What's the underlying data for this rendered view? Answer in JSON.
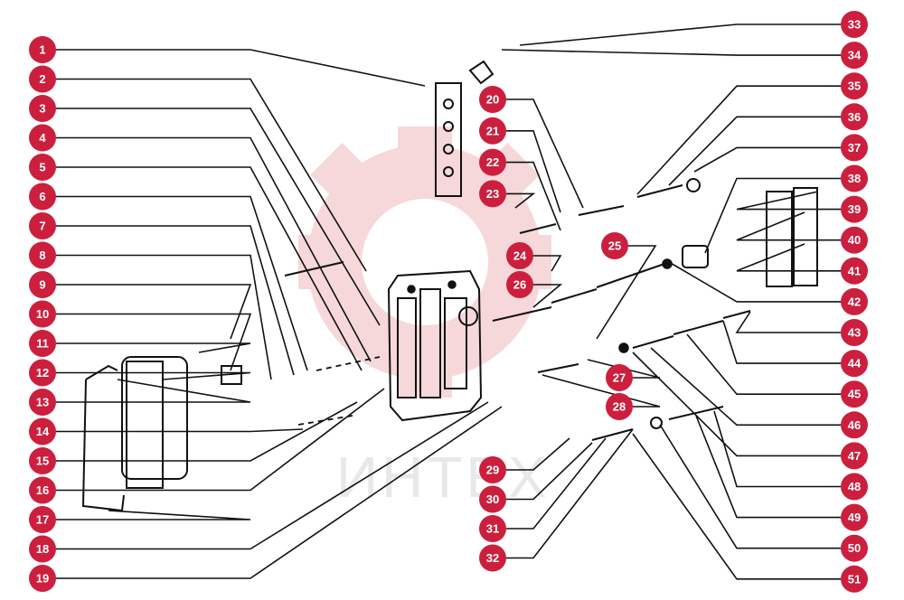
{
  "watermark": {
    "text": "ИНТЕХ",
    "logo_color": "#f2c3c6"
  },
  "callout_color": "#cc1f3e",
  "callouts": {
    "left": [
      "1",
      "2",
      "3",
      "4",
      "5",
      "6",
      "7",
      "8",
      "9",
      "10",
      "11",
      "12",
      "13",
      "14",
      "15",
      "16",
      "17",
      "18",
      "19"
    ],
    "center": [
      "20",
      "21",
      "22",
      "23",
      "24",
      "25",
      "26",
      "27",
      "28",
      "29",
      "30",
      "31",
      "32"
    ],
    "right": [
      "33",
      "34",
      "35",
      "36",
      "37",
      "38",
      "39",
      "40",
      "41",
      "42",
      "43",
      "44",
      "45",
      "46",
      "47",
      "48",
      "49",
      "50",
      "51"
    ]
  }
}
